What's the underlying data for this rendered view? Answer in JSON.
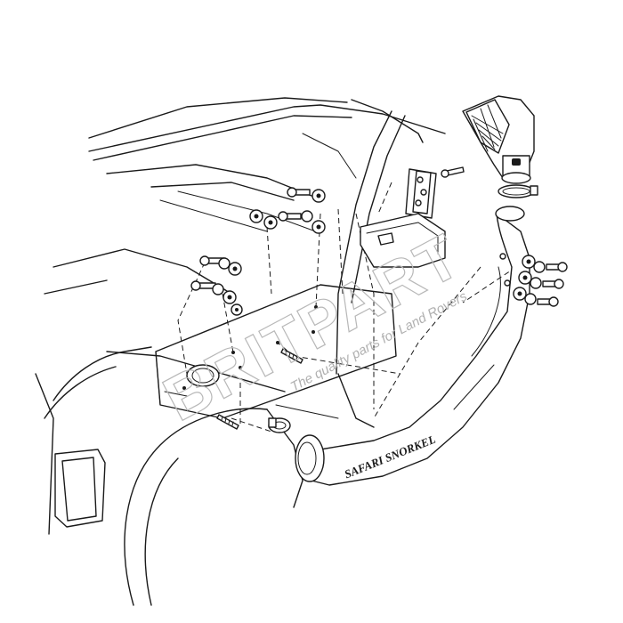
{
  "diagram": {
    "snorkel_brand_text": "SAFARI SNORKEL",
    "watermark": {
      "brand": "BRITPART",
      "tagline": "The quality parts for Land Rovers"
    }
  }
}
